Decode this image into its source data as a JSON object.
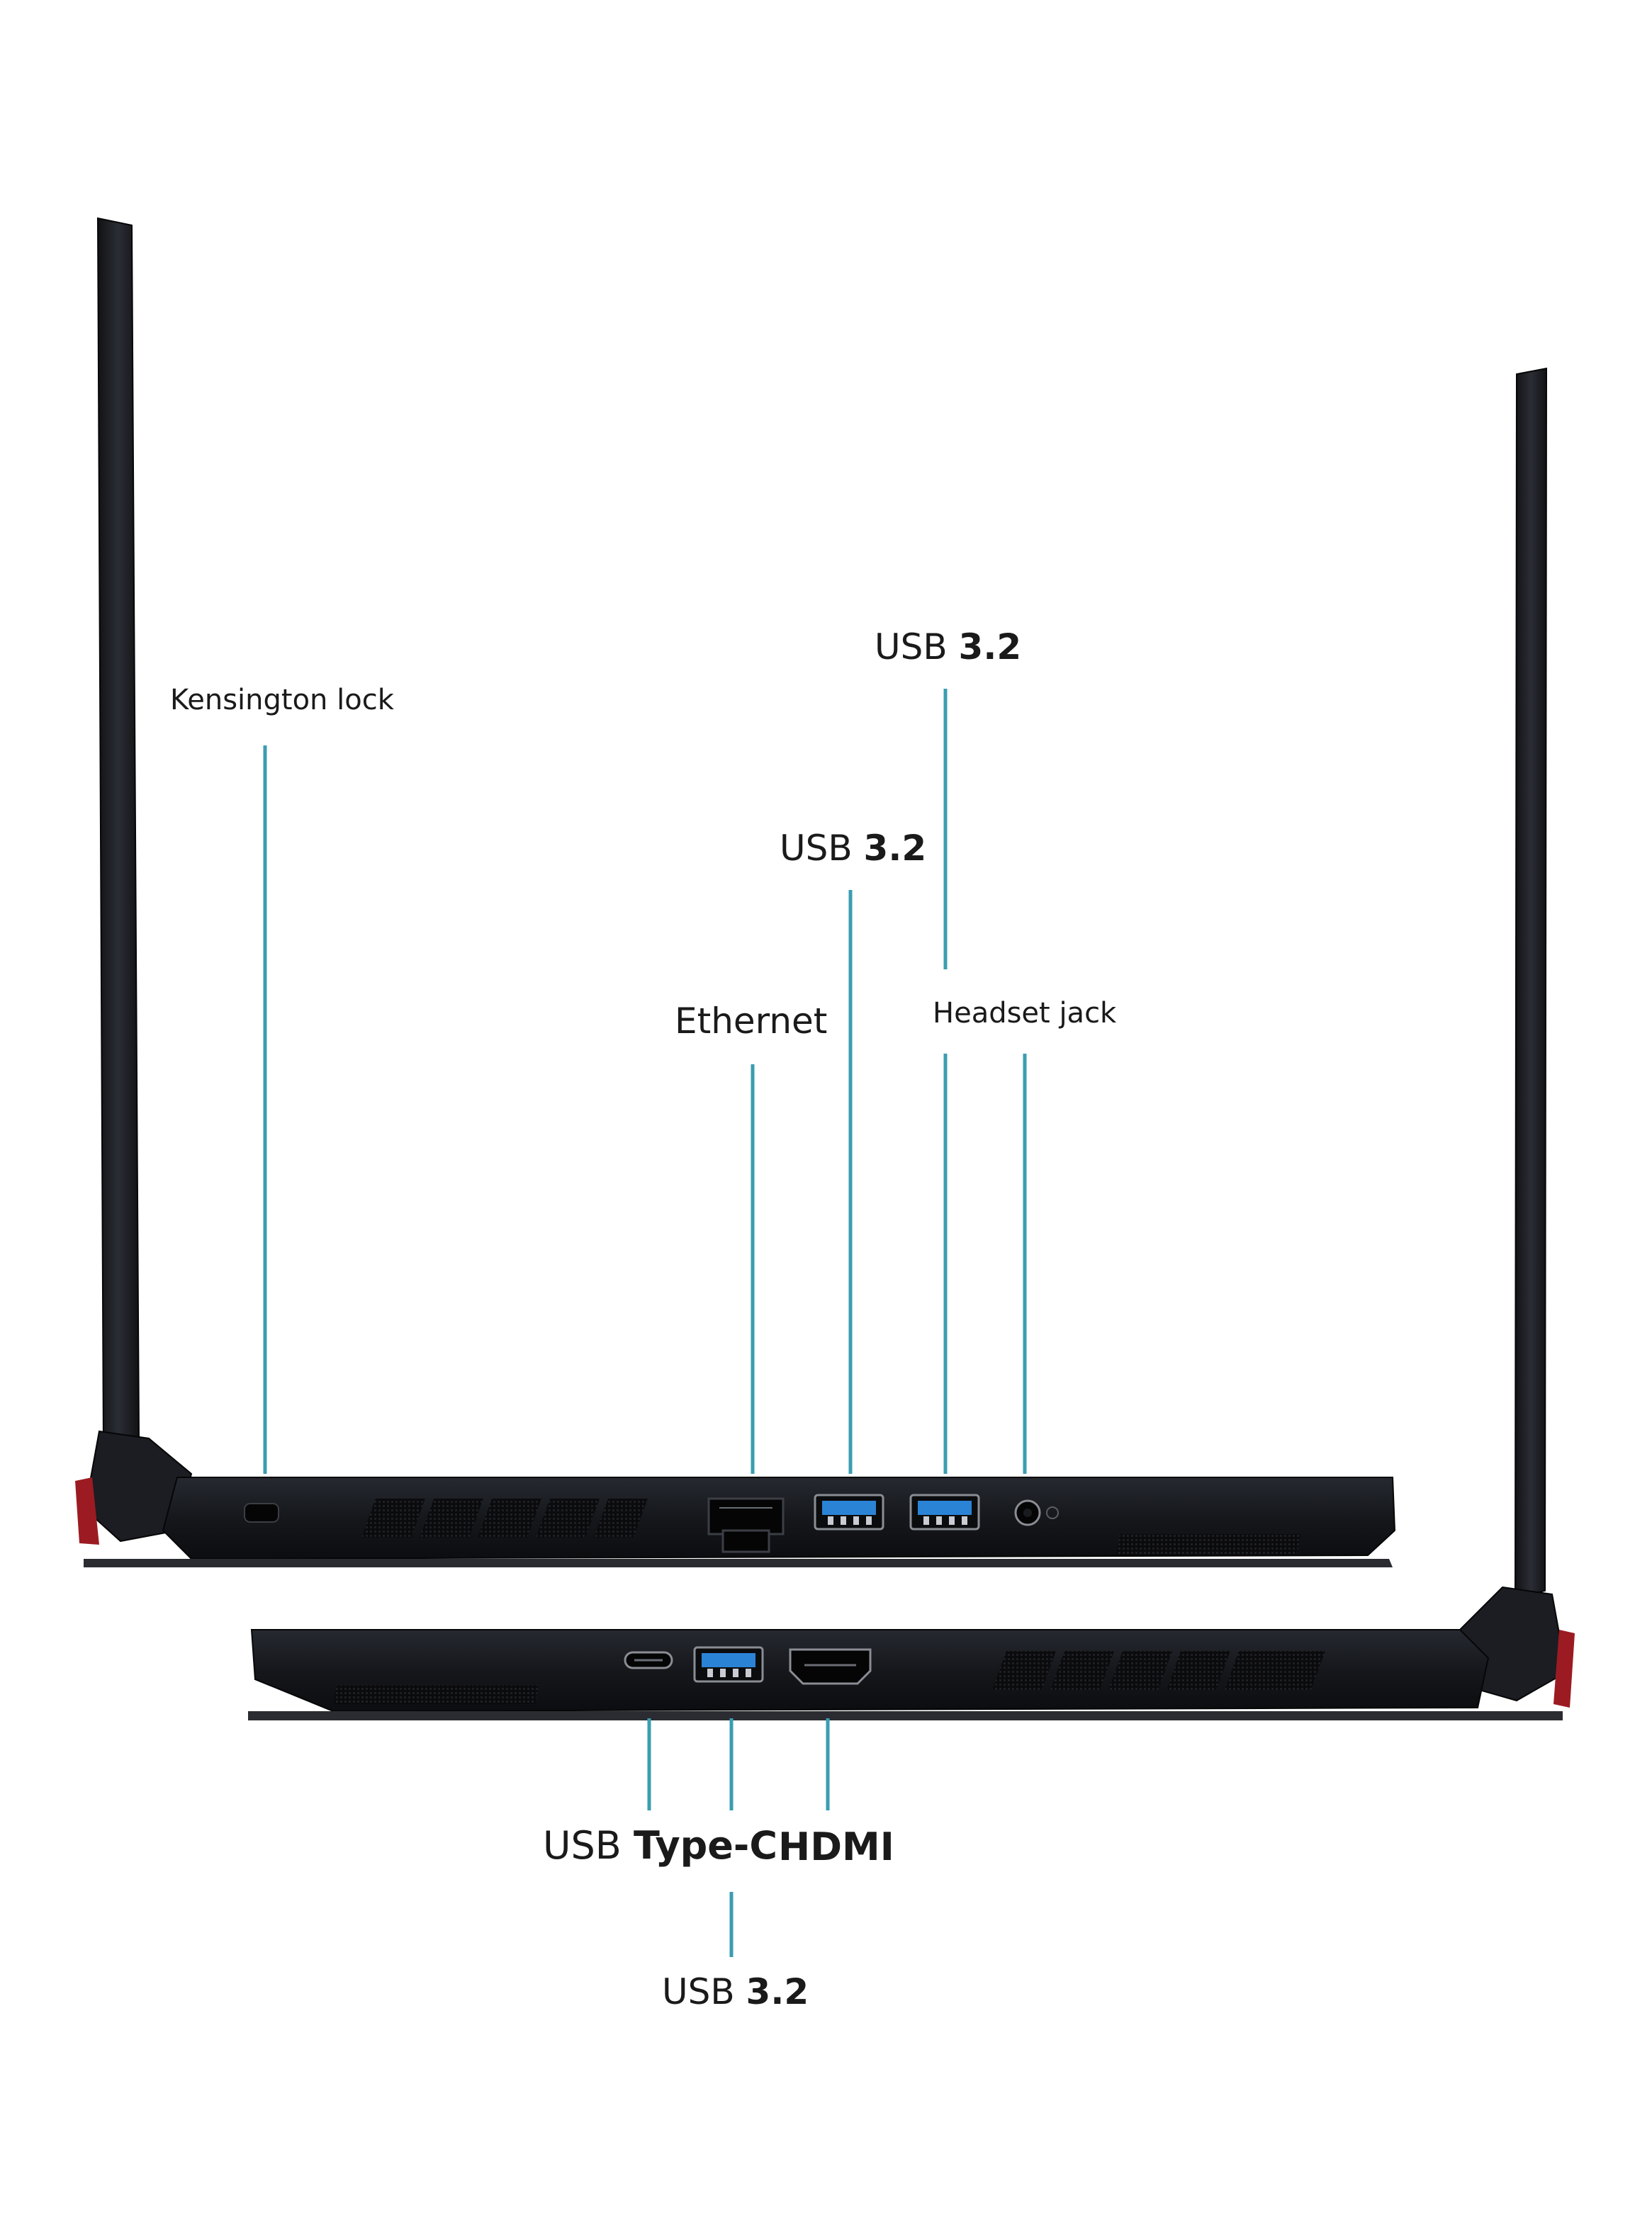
{
  "colors": {
    "leader": "#3a9db0",
    "chassis": "#16181d",
    "chassis_edge": "#2b2e35",
    "vent": "#0a0a0c",
    "usb_blue": "#2b83d6",
    "hinge_red": "#9c1b22",
    "background": "#ffffff"
  },
  "labels": {
    "kensington": "Kensington lock",
    "usb_top_prefix": "USB ",
    "usb_top_bold": "3.2",
    "usb_mid_prefix": "USB ",
    "usb_mid_bold": "3.2",
    "ethernet": "Ethernet",
    "headset": "Headset jack",
    "usbc_prefix": "USB ",
    "usbc_bold": "Type-C",
    "hdmi": "HDMI",
    "usb_bottom_prefix": "USB ",
    "usb_bottom_bold": "3.2"
  },
  "icons": {
    "left_side_ports": [
      "kensington-lock-icon",
      "ethernet-port-icon",
      "usb-a-port-icon",
      "usb-a-port-icon",
      "headset-jack-icon"
    ],
    "right_side_ports": [
      "usb-c-port-icon",
      "usb-a-port-icon",
      "hdmi-port-icon"
    ]
  }
}
